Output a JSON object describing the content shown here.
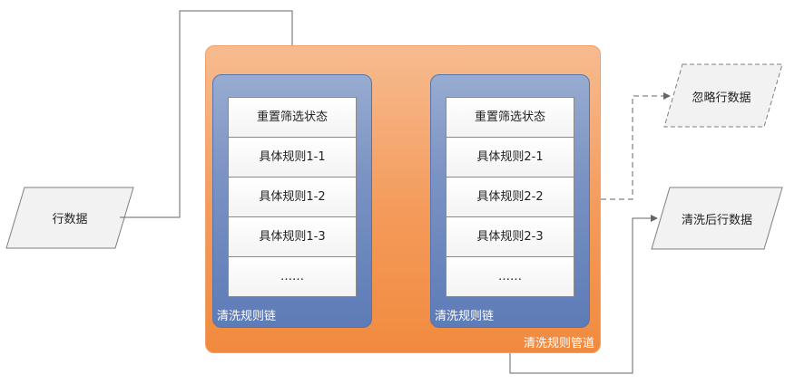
{
  "input": {
    "label": "行数据"
  },
  "pipeline": {
    "label": "清洗规则管道"
  },
  "chains": [
    {
      "label": "清洗规则链",
      "rules": [
        "重置筛选状态",
        "具体规则1-1",
        "具体规则1-2",
        "具体规则1-3",
        "……"
      ]
    },
    {
      "label": "清洗规则链",
      "rules": [
        "重置筛选状态",
        "具体规则2-1",
        "具体规则2-2",
        "具体规则2-3",
        "……"
      ]
    }
  ],
  "outputs": {
    "ignored": {
      "label": "忽略行数据"
    },
    "cleaned": {
      "label": "清洗后行数据"
    }
  },
  "colors": {
    "pipeline": "#f49a5a",
    "chain": "#6b86bd",
    "connector": "#666666"
  }
}
